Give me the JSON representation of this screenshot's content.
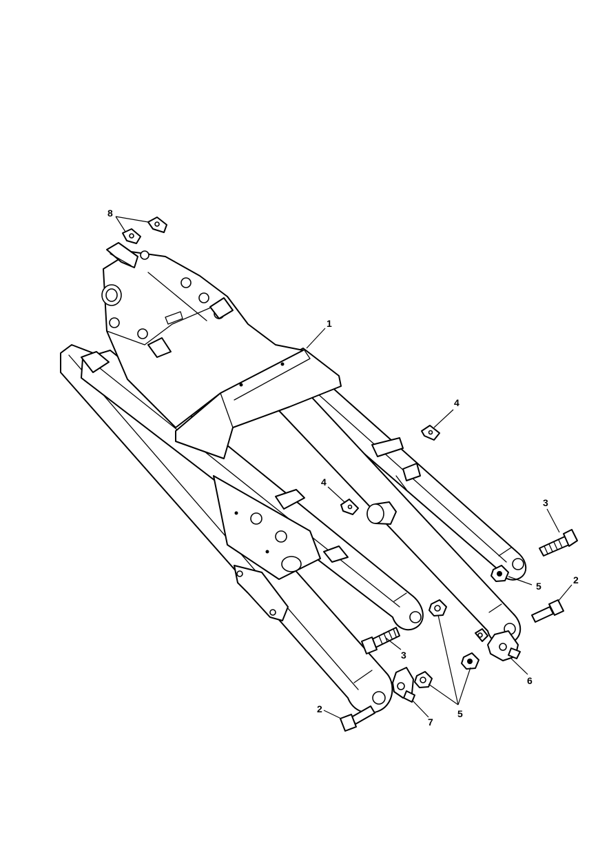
{
  "diagram": {
    "callouts": {
      "c1": "1",
      "c2a": "2",
      "c2b": "2",
      "c3a": "3",
      "c3b": "3",
      "c4a": "4",
      "c4b": "4",
      "c5a": "5",
      "c5b": "5",
      "c6": "6",
      "c7": "7",
      "c8": "8"
    }
  }
}
